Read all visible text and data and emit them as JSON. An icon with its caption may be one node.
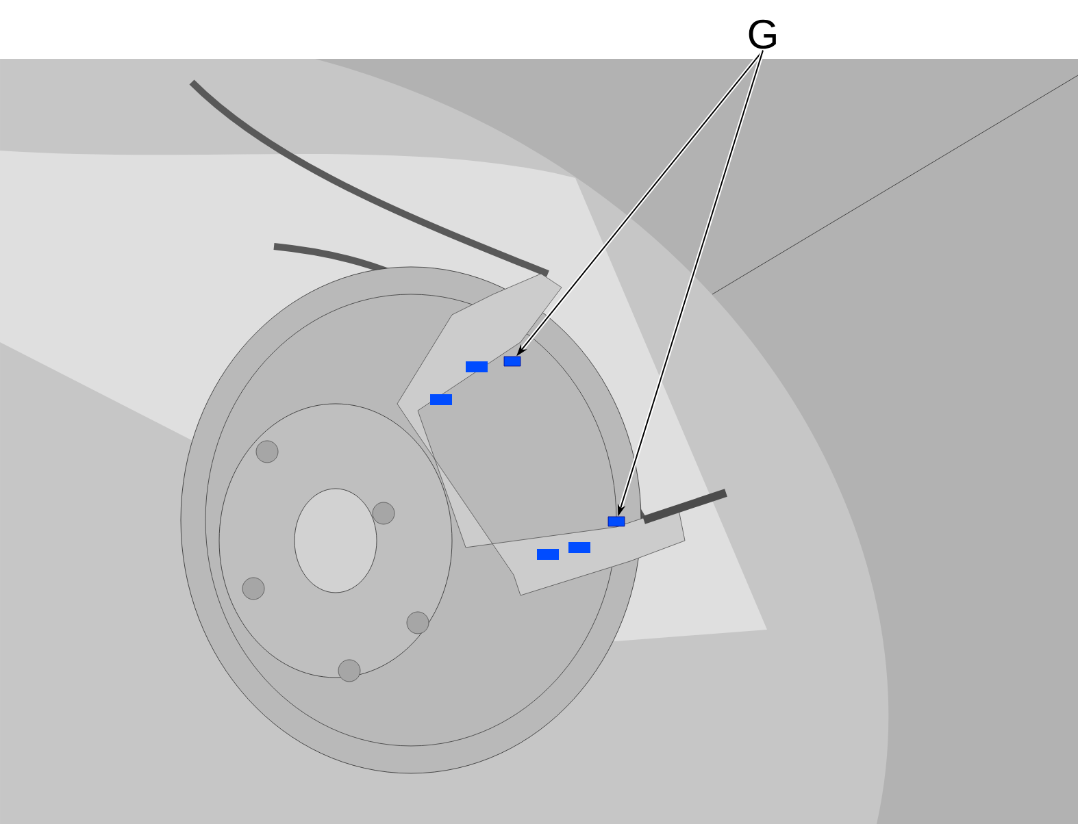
{
  "diagram": {
    "nodes": [
      {
        "text": [
          "G"
        ]
      },
      {
        "text": [],
        "shape": "box"
      },
      {
        "text": [],
        "shape": "box"
      }
    ],
    "edges": [
      {
        "from": 0,
        "to": 1,
        "arrow": "to"
      },
      {
        "from": 0,
        "to": 2,
        "arrow": "to"
      }
    ]
  }
}
